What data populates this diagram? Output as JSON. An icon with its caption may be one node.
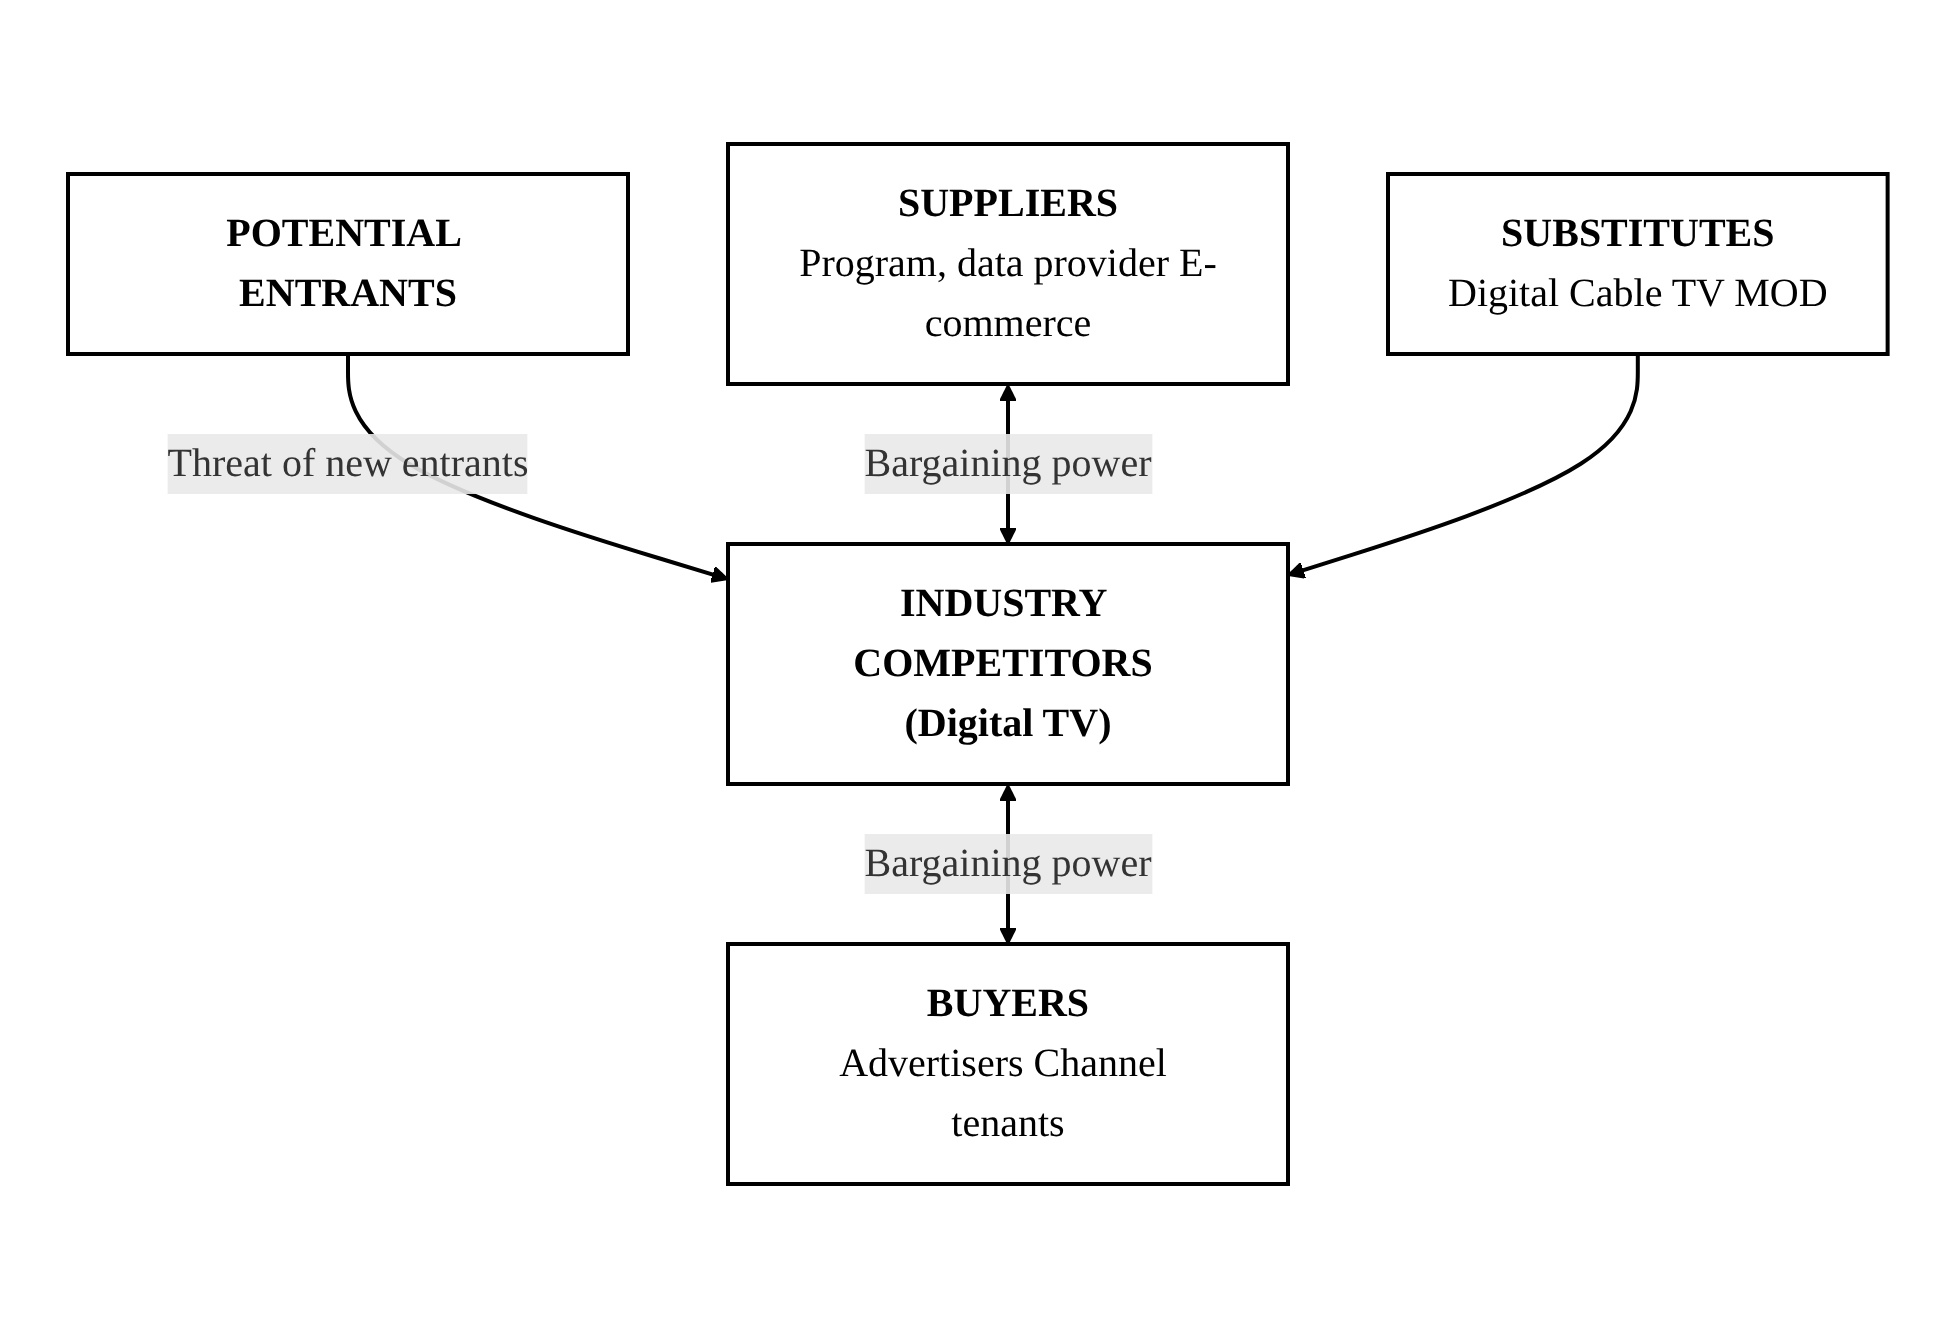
{
  "diagram": {
    "nodes": [
      {
        "text": [
          "POTENTIAL ENTRANTS"
        ]
      },
      {
        "text": [
          "SUPPLIERS",
          "Program, data provider E-commerce"
        ]
      },
      {
        "text": [
          "INDUSTRY COMPETITORS (Digital TV)"
        ]
      },
      {
        "text": [
          "BUYERS",
          "Advertisers Channel tenants"
        ]
      },
      {
        "text": [
          "SUBSTITUTES",
          "Digital Cable TV MOD"
        ]
      }
    ],
    "edges": [
      {
        "from": 0,
        "to": 2,
        "arrow": "to",
        "label": "Threat of new entrants"
      },
      {
        "from": 1,
        "to": 2,
        "arrow": "both",
        "label": "Bargaining power"
      },
      {
        "from": 2,
        "to": 3,
        "arrow": "both",
        "label": "Bargaining power"
      },
      {
        "from": 4,
        "to": 2,
        "arrow": "to"
      }
    ]
  }
}
